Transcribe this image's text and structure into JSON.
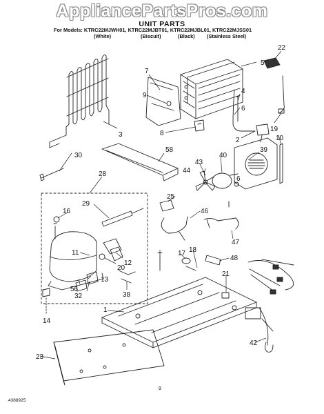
{
  "header": {
    "watermark": "AppliancePartsPros.com",
    "title": "UNIT PARTS",
    "models_line": "For Models: KTRC22MJWH01, KTRC22MJBT01, KTRC22MJBL01, KTRC22MJSS01",
    "colors": [
      "(White)",
      "(Biscuit)",
      "(Black)",
      "(Stainless Steel)"
    ]
  },
  "footer": {
    "document_number": "4388925",
    "page_number": "9"
  },
  "callouts": [
    "22",
    "5",
    "7",
    "9",
    "4",
    "6",
    "3",
    "8",
    "19",
    "2",
    "10",
    "30",
    "58",
    "39",
    "40",
    "43",
    "44",
    "6",
    "28",
    "25",
    "16",
    "29",
    "46",
    "11",
    "12",
    "20",
    "47",
    "17",
    "18",
    "48",
    "14",
    "21",
    "56",
    "13",
    "32",
    "38",
    "1",
    "42",
    "23"
  ]
}
